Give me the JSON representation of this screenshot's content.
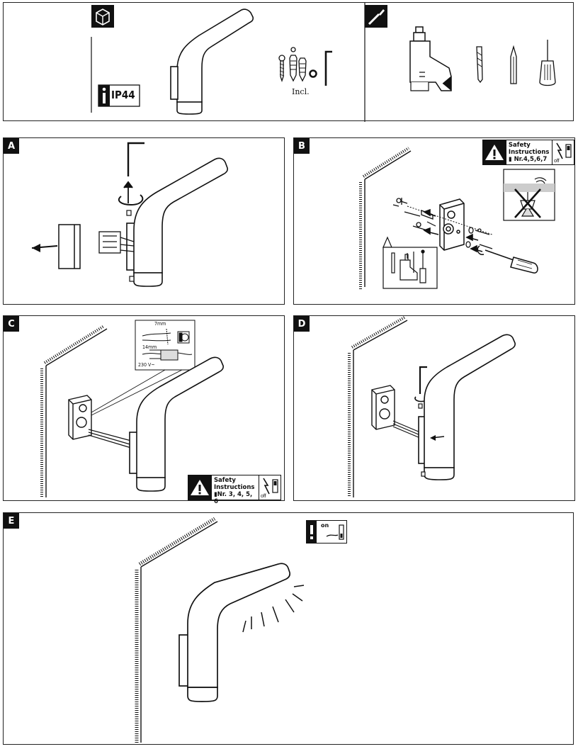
{
  "header": {
    "ip_rating": "IP44",
    "included_label": "Incl."
  },
  "steps": [
    {
      "letter": "A"
    },
    {
      "letter": "B"
    },
    {
      "letter": "C"
    },
    {
      "letter": "D"
    },
    {
      "letter": "E"
    }
  ],
  "safety_b": {
    "line1": "Safety",
    "line2": "Instructions",
    "refs": "Nr.4,5,6,7",
    "switch": "off"
  },
  "safety_c": {
    "line1": "Safety",
    "line2": "Instructions",
    "refs": "Nr. 3, 4, 5, 6",
    "switch": "off"
  },
  "wiring": {
    "strip_short": "7mm",
    "strip_long": "14mm",
    "voltage": "230 V~"
  },
  "step_e": {
    "switch": "on"
  },
  "icons": [
    "box-icon",
    "tools-icon",
    "info-icon",
    "warning-icon",
    "power-switch-icon",
    "allen-key-icon",
    "screw-icon",
    "dowel-icon",
    "drill-icon",
    "screwdriver-icon",
    "pencil-icon",
    "drill-bit-icon"
  ]
}
